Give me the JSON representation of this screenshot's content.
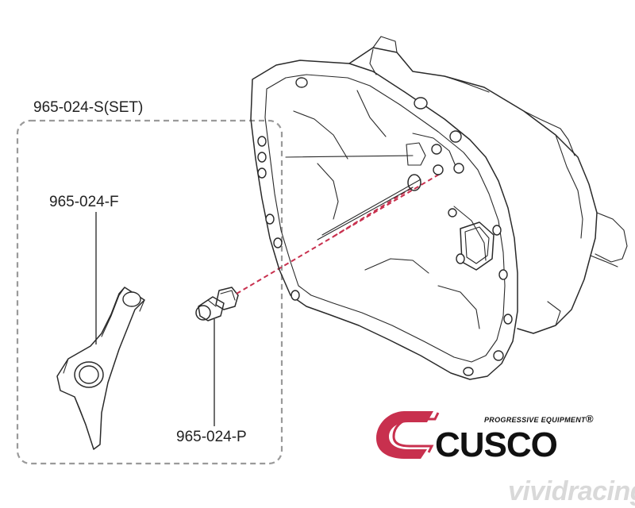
{
  "labels": {
    "set": "965-024-S(SET)",
    "fork": "965-024-F",
    "pivot": "965-024-P"
  },
  "brand": {
    "tagline": "PROGRESSIVE EQUIPMENT",
    "registered": "®",
    "name": "CUSCO",
    "accent_color": "#c8304e"
  },
  "watermark": {
    "text": "vividracing"
  }
}
